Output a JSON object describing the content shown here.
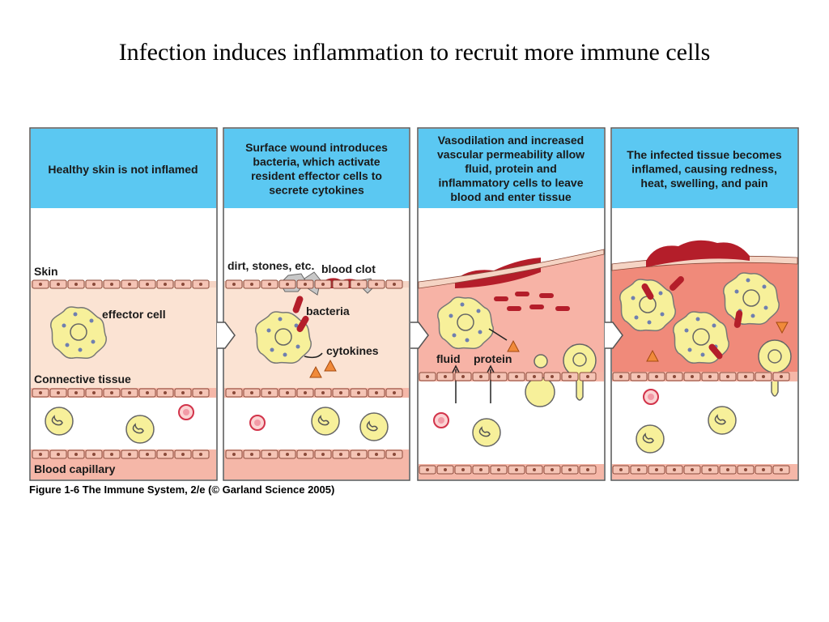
{
  "title": "Infection induces inflammation to recruit more immune cells",
  "panels": [
    {
      "id": "p1",
      "header": [
        "Healthy skin is not inflamed"
      ]
    },
    {
      "id": "p2",
      "header": [
        "Surface wound introduces",
        "bacteria, which activate",
        "resident effector cells to",
        "secrete cytokines"
      ]
    },
    {
      "id": "p3",
      "header": [
        "Vasodilation and increased",
        "vascular permeability allow",
        "fluid, protein and",
        "inflammatory cells to leave",
        "blood and enter tissue"
      ]
    },
    {
      "id": "p4",
      "header": [
        "The infected tissue becomes",
        "inflamed, causing redness,",
        "heat, swelling, and pain"
      ]
    }
  ],
  "labels": {
    "skin": "Skin",
    "effector_cell": "effector cell",
    "connective_tissue": "Connective tissue",
    "blood_capillary": "Blood capillary",
    "dirt": "dirt, stones, etc.",
    "blood_clot": "blood clot",
    "bacteria": "bacteria",
    "cytokines": "cytokines",
    "fluid": "fluid",
    "protein": "protein"
  },
  "caption": "Figure 1-6 The Immune System, 2/e (© Garland Science 2005)",
  "colors": {
    "header_bg": "#5bc8f2",
    "tissue_healthy": "#fbe3d3",
    "tissue_inflamed": "#f7b3a6",
    "tissue_severe": "#f08a7a",
    "capillary_band": "#f5b7a8",
    "cell_fill": "#f7f09a",
    "clot": "#b41e2a",
    "cytokine": "#f08a3a",
    "cell_outline": "#888888"
  }
}
